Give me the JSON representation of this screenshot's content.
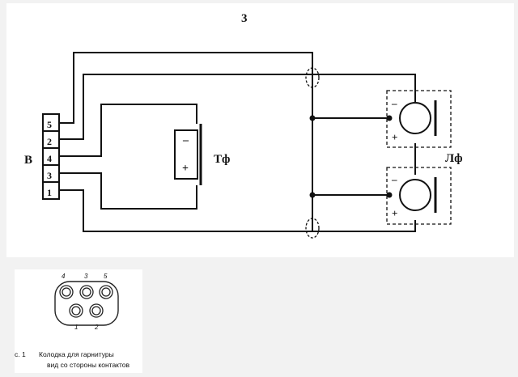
{
  "schematic": {
    "page_number": "3",
    "connector_label": "В",
    "pins": [
      "5",
      "2",
      "4",
      "3",
      "1"
    ],
    "telephone_label": "Тф",
    "telephone_minus": "–",
    "telephone_plus": "+",
    "laryngophone_label": "Лф",
    "laryngophone_top_minus": "–",
    "laryngophone_top_plus": "+",
    "laryngophone_bottom_minus": "–",
    "laryngophone_bottom_plus": "+"
  },
  "connector_view": {
    "pins_top": [
      "4",
      "3",
      "5"
    ],
    "pins_bottom": [
      "1",
      "2"
    ],
    "caption_prefix": "с. 1",
    "caption_line1": "Колодка для гарнитуры",
    "caption_line2": "вид со стороны контактов"
  }
}
